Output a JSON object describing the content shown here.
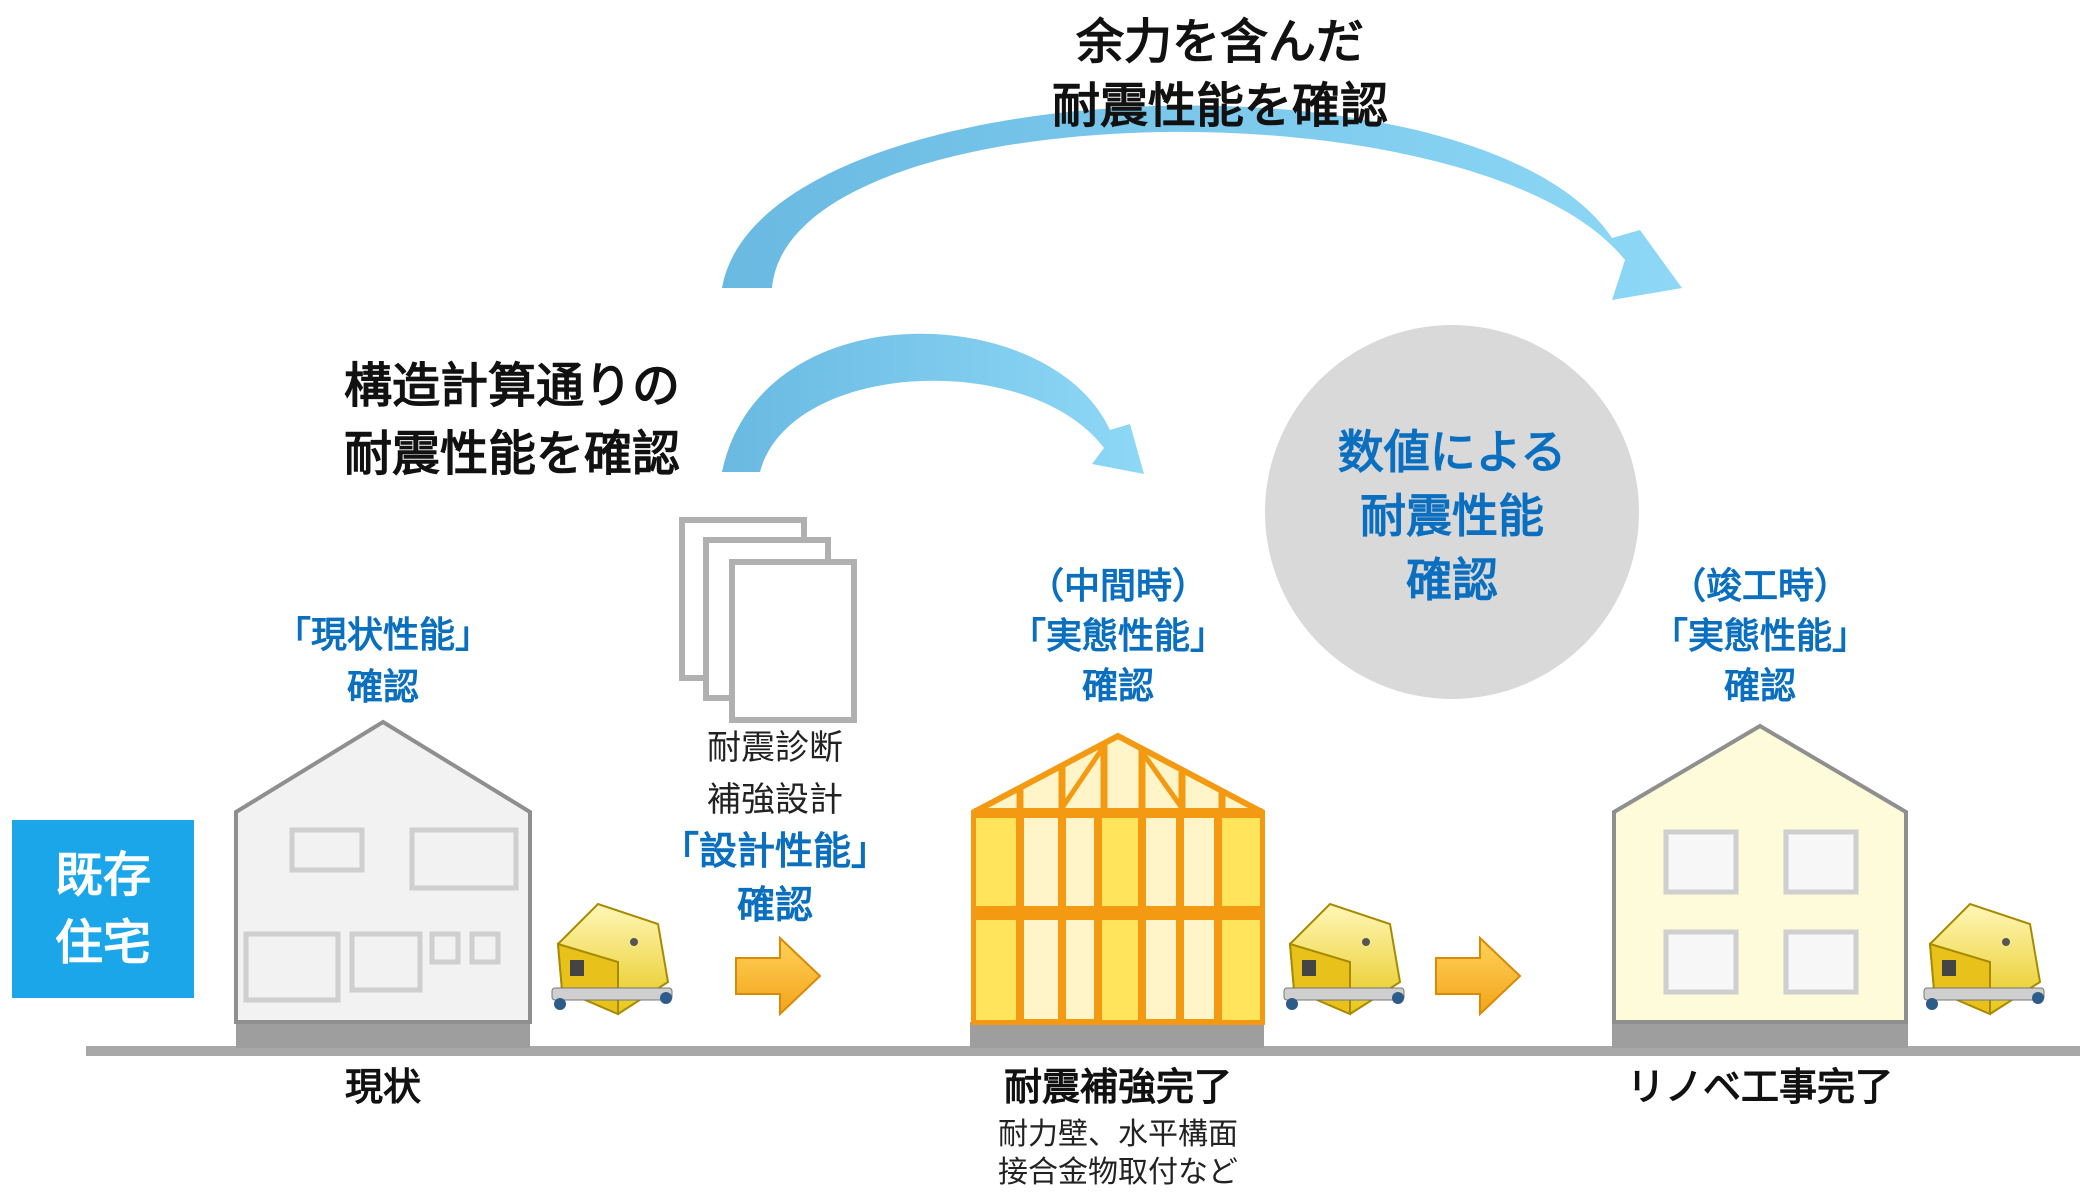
{
  "top_arc_label": [
    "余力を含んだ",
    "耐震性能を確認"
  ],
  "mid_arc_label": [
    "構造計算通りの",
    "耐震性能を確認"
  ],
  "circle_label": [
    "数値による",
    "耐震性能",
    "確認"
  ],
  "existing_badge": [
    "既存",
    "住宅"
  ],
  "stage1": {
    "check_label": [
      "「現状性能」",
      "確認"
    ],
    "caption": "現状"
  },
  "design": {
    "doc_label": [
      "耐震診断",
      "補強設計"
    ],
    "check_label": [
      "「設計性能」",
      "確認"
    ]
  },
  "stage2": {
    "check_label": [
      "（中間時）",
      "「実態性能」",
      "確認"
    ],
    "caption": "耐震補強完了",
    "sub_caption": [
      "耐力壁、水平構面",
      "接合金物取付など"
    ]
  },
  "stage3": {
    "check_label": [
      "（竣工時）",
      "「実態性能」",
      "確認"
    ],
    "caption": "リノベ工事完了"
  },
  "colors": {
    "arrow_blue": "#7fd0f0",
    "label_blue": "#0b6fc0",
    "badge": "#1aa6e8",
    "orange": "#f39a12",
    "frame_yellow": "#ffe45c",
    "house_cream": "#fdfbd9",
    "circle_gray": "#d9d9d9",
    "ground": "#a8a8a8"
  }
}
